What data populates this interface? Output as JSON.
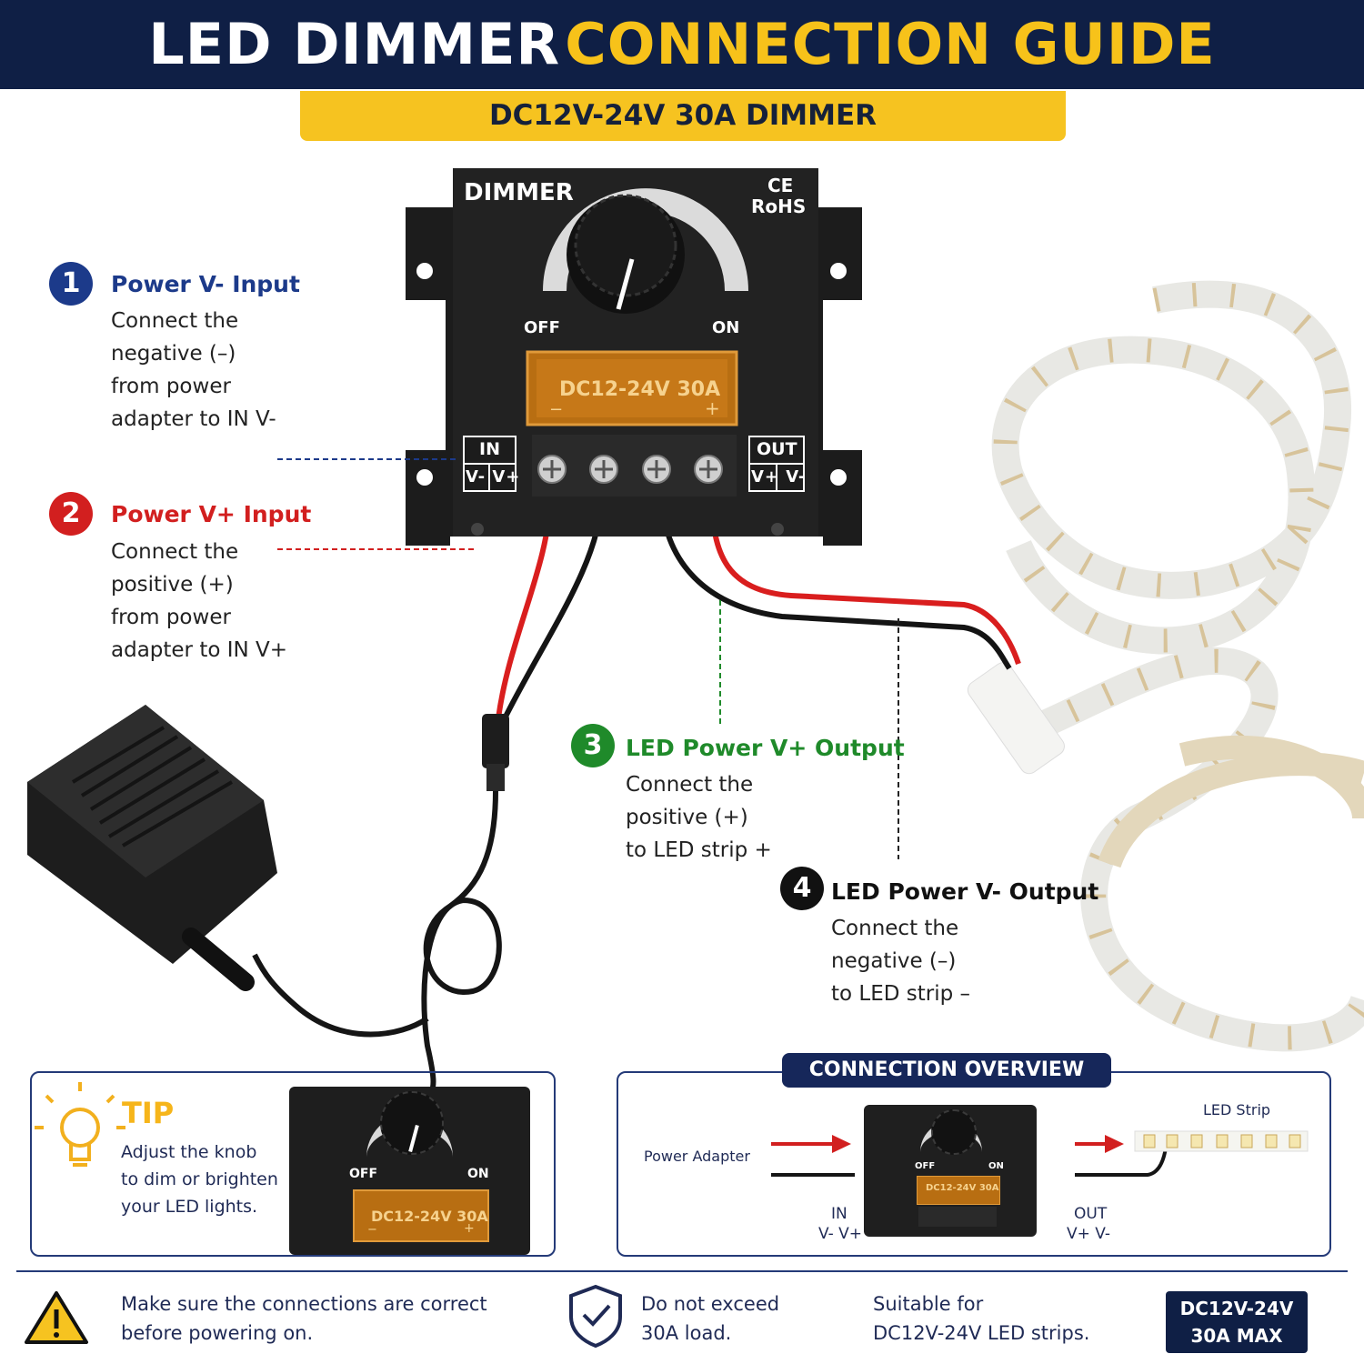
{
  "header": {
    "title_part1": "LED DIMMER",
    "title_part2": "CONNECTION GUIDE",
    "subtitle": "DC12V-24V 30A DIMMER"
  },
  "device": {
    "brand_label": "DIMMER",
    "cert_ce": "CE",
    "cert_rohs": "RoHS",
    "knob_off": "OFF",
    "knob_on": "ON",
    "rating": "DC12-24V 30A",
    "minus_sign": "−",
    "plus_sign": "+",
    "in_label": "IN",
    "in_terminals": "V- V+",
    "out_label": "OUT",
    "out_terminals": "V+ V-"
  },
  "steps": [
    {
      "number": "1",
      "title": "Power V- Input",
      "desc": "Connect the\nnegative (–)\nfrom power\nadapter to IN V-"
    },
    {
      "number": "2",
      "title": "Power V+ Input",
      "desc": "Connect the\npositive (+)\nfrom power\nadapter to IN V+"
    },
    {
      "number": "3",
      "title": "LED Power V+ Output",
      "desc": "Connect the\npositive (+)\nto LED strip +"
    },
    {
      "number": "4",
      "title": "LED Power V- Output",
      "desc": "Connect the\nnegative (–)\nto LED strip –"
    }
  ],
  "tip": {
    "title": "TIP",
    "text": "Adjust the knob\nto dim or brighten\nyour LED lights.",
    "device_off": "OFF",
    "device_on": "ON",
    "device_rating": "DC12-24V  30A",
    "device_minus": "−",
    "device_plus": "+"
  },
  "overview": {
    "title": "CONNECTION OVERVIEW",
    "power_adapter": "Power Adapter",
    "led_strip": "LED Strip",
    "in_label": "IN",
    "in_terminals": "V-  V+",
    "out_label": "OUT",
    "out_terminals": "V+  V-",
    "device_off": "OFF",
    "device_on": "ON",
    "device_rating": "DC12-24V 30A"
  },
  "footer": {
    "warning": "Make sure the connections are correct\nbefore powering on.",
    "load": "Do not exceed\n30A load.",
    "suitable": "Suitable for\nDC12V-24V LED strips.",
    "max_line1": "DC12V-24V",
    "max_line2": "30A  MAX"
  },
  "colors": {
    "navy": "#0f1f45",
    "yellow": "#f6c320",
    "blue_step": "#1c3a8a",
    "red_step": "#d21f1f",
    "green_step": "#1f8a2a",
    "black_step": "#111111",
    "amber_cover": "#c97a1a"
  },
  "icons": [
    "lightbulb-icon",
    "warning-icon",
    "shield-check-icon",
    "arrow-right-icon"
  ]
}
